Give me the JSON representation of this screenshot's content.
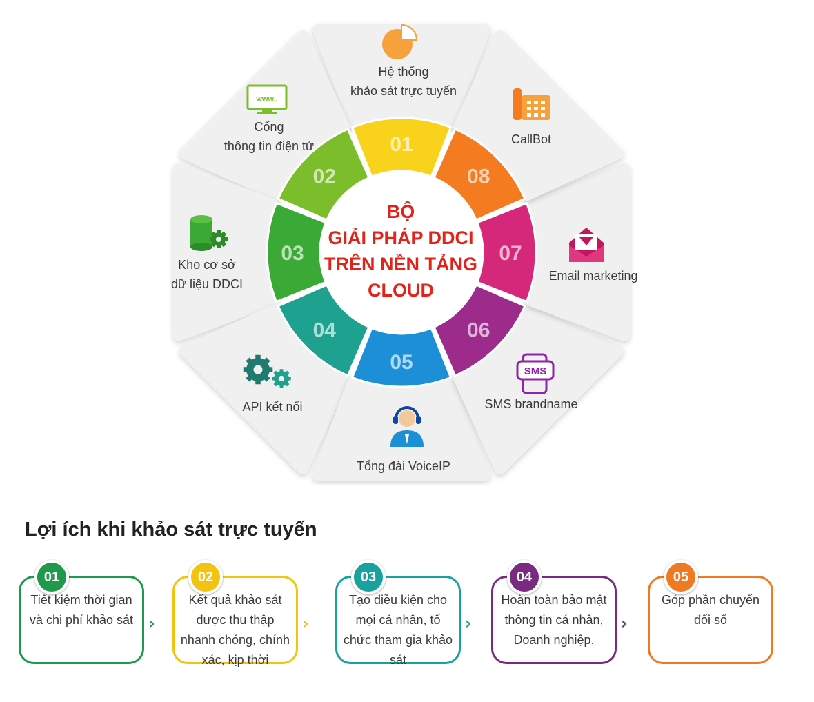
{
  "center": {
    "title": "BỘ\nGIẢI PHÁP DDCI\nTRÊN NỀN TẢNG\nCLOUD"
  },
  "segments": [
    {
      "num": "01",
      "label": "Hệ thống\nkhảo sát trực tuyến",
      "icon": "pie-chart-icon",
      "color": "#f9d21c"
    },
    {
      "num": "02",
      "label": "Cổng\nthông tin điện tử",
      "icon": "www-monitor-icon",
      "color": "#7cbd2b"
    },
    {
      "num": "03",
      "label": "Kho cơ sở\ndữ liệu DDCI",
      "icon": "database-gear-icon",
      "color": "#3aa935"
    },
    {
      "num": "04",
      "label": "API kết nối",
      "icon": "gears-icon",
      "color": "#1fa18f"
    },
    {
      "num": "05",
      "label": "Tổng đài VoiceIP",
      "icon": "headset-operator-icon",
      "color": "#1c8fd6"
    },
    {
      "num": "06",
      "label": "SMS brandname",
      "icon": "sms-icon",
      "color": "#9c2b8c"
    },
    {
      "num": "07",
      "label": "Email marketing",
      "icon": "email-envelope-icon",
      "color": "#d6287a"
    },
    {
      "num": "08",
      "label": "CallBot",
      "icon": "phone-icon",
      "color": "#f47b20"
    }
  ],
  "benefits": {
    "title": "Lợi ích khi khảo sát trực tuyến",
    "items": [
      {
        "num": "01",
        "text": "Tiết kiệm thời gian và chi phí khảo sát",
        "color": "#1f9a4d"
      },
      {
        "num": "02",
        "text": "Kết quả khảo sát được thu thập nhanh chóng, chính xác, kịp thời",
        "color": "#f2c40f"
      },
      {
        "num": "03",
        "text": "Tạo điều kiện cho mọi cá nhân, tổ chức tham gia khảo sát",
        "color": "#17a2a0"
      },
      {
        "num": "04",
        "text": "Hoàn toàn bảo mật thông tin cá nhân, Doanh nghiệp.",
        "color": "#7b2a82"
      },
      {
        "num": "05",
        "text": "Góp phần chuyển đổi số",
        "color": "#f07a24"
      }
    ]
  }
}
